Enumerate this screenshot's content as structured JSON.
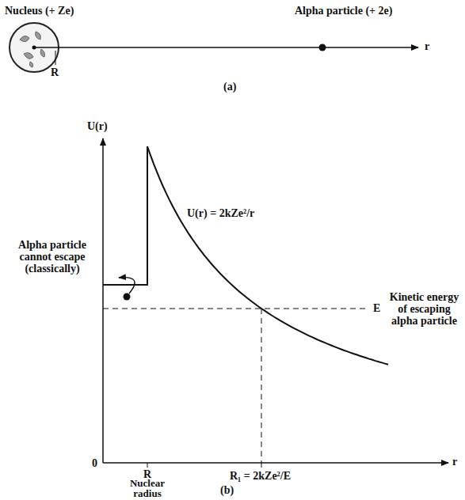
{
  "diagram": {
    "labels": [
      "Nucleus (+ Ze)",
      "Alpha particle (+ 2e)",
      "R",
      "r",
      "(a)",
      "U(r)",
      "U(r) = 2kZe²/r",
      "Alpha particle cannot escape (classically)",
      "E",
      "Kinetic energy of escaping alpha particle",
      "0",
      "R",
      "Nuclear radius",
      "R₁ = 2kZe²/E",
      "r",
      "(b)"
    ]
  }
}
